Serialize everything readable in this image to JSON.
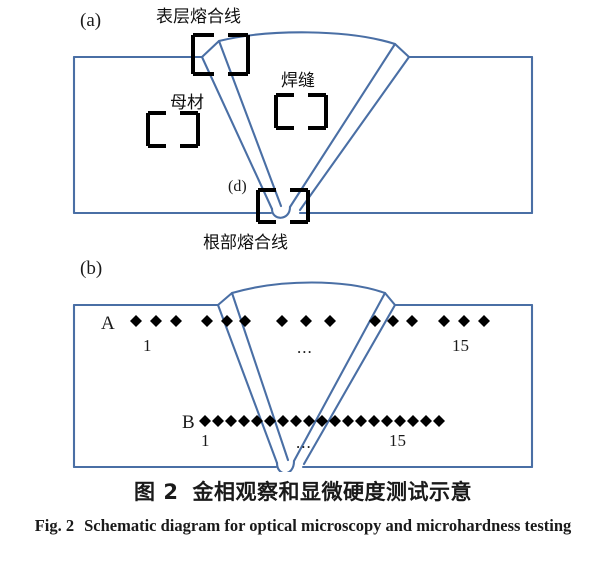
{
  "figure": {
    "panels": {
      "a": {
        "tag": "(a)",
        "inset_tag": "(d)"
      },
      "b": {
        "tag": "(b)"
      }
    },
    "labels": {
      "surface_fusion_line": "表层熔合线",
      "base_metal": "母材",
      "weld_seam": "焊缝",
      "root_fusion_line": "根部熔合线"
    },
    "hardness_rows": [
      {
        "letter": "A",
        "start_index": "1",
        "end_index": "15",
        "ellipsis": "...",
        "marker": "diamond",
        "total_points": 15,
        "clusters": [
          3,
          3,
          3,
          3,
          3
        ]
      },
      {
        "letter": "B",
        "start_index": "1",
        "end_index": "15",
        "ellipsis": "...",
        "marker": "diamond",
        "total_points": 19,
        "clusters": [
          19
        ]
      }
    ],
    "caption": {
      "cn_fig_no": "图 2",
      "cn_text": "金相观察和显微硬度测试示意",
      "en_fig_no": "Fig. 2",
      "en_text": "Schematic diagram for optical microscopy and microhardness testing"
    },
    "colors": {
      "weld_outline": "#4a6fa5",
      "annotation_box": "#000000",
      "marker": "#000000",
      "background": "#ffffff"
    }
  }
}
